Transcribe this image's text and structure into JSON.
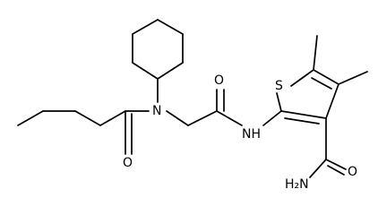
{
  "molecule": {
    "atom_labels": {
      "amide_nitrogen": "N",
      "amine_nh": "NH",
      "ketone_oxygen": "O",
      "amide_oxygen": "O",
      "thiophene_sulfur": "S",
      "carboxamide_oxygen": "O",
      "carboxamide_nh2": "H₂N"
    }
  }
}
